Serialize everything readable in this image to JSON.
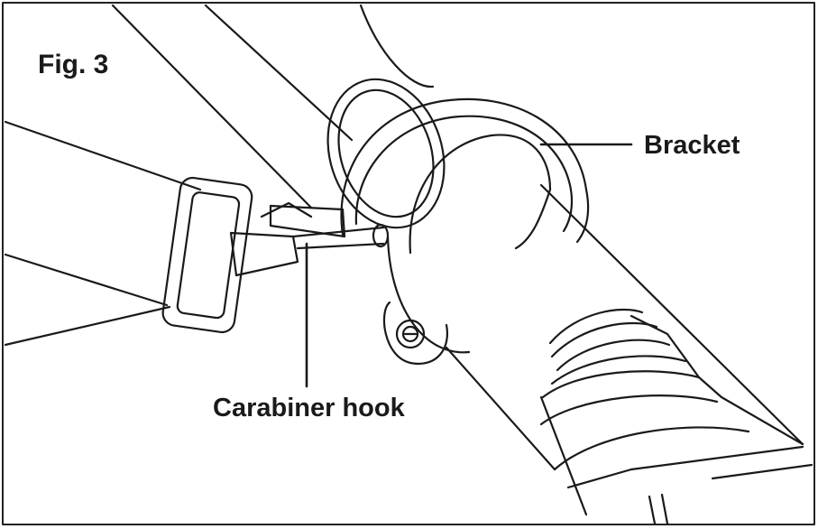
{
  "figure": {
    "title": "Fig. 3",
    "callouts": {
      "bracket": "Bracket",
      "carabiner_hook": "Carabiner hook"
    }
  },
  "colors": {
    "line": "#1a1a1a",
    "background": "#ffffff",
    "frame": "#222222"
  }
}
